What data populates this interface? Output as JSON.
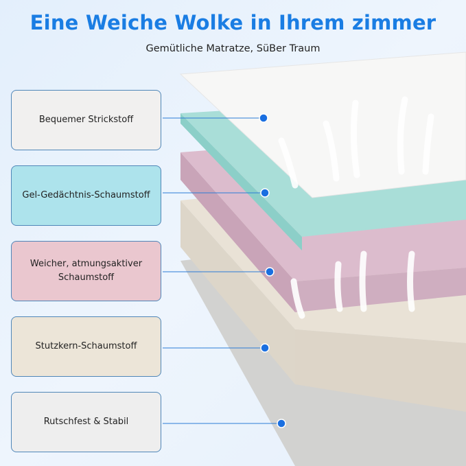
{
  "header": {
    "title": "Eine Weiche Wolke in Ihrem zimmer",
    "subtitle": "Gemütliche Matratze, SüBer Traum"
  },
  "layers": [
    {
      "label": "Bequemer Strickstoff",
      "color": "#f1f0ef"
    },
    {
      "label": "Gel-Gedächtnis-Schaumstoff",
      "color": "#ade3ec"
    },
    {
      "label": "Weicher, atmungsaktiver Schaumstoff",
      "color": "#eac7cf"
    },
    {
      "label": "Stutzkern-Schaumstoff",
      "color": "#ece5d8"
    },
    {
      "label": "Rutschfest & Stabil",
      "color": "#eeeeee"
    }
  ],
  "accent": "#1a7de3"
}
